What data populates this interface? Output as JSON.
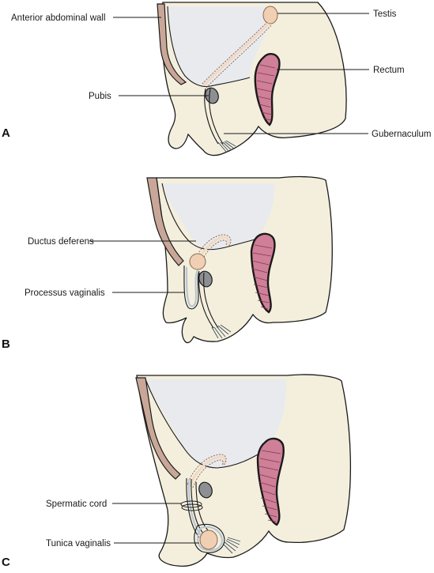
{
  "panels": [
    {
      "letter": "A"
    },
    {
      "letter": "B"
    },
    {
      "letter": "C"
    }
  ],
  "labels": {
    "anterior_abdominal_wall": "Anterior abdominal wall",
    "testis": "Testis",
    "rectum": "Rectum",
    "pubis": "Pubis",
    "gubernaculum": "Gubernaculum",
    "ductus_deferens": "Ductus deferens",
    "processus_vaginalis": "Processus vaginalis",
    "spermatic_cord": "Spermatic cord",
    "tunica_vaginalis": "Tunica vaginalis"
  },
  "colors": {
    "body_tissue": "#f4efdd",
    "peritoneal_cavity": "#e9eaee",
    "abdominal_wall": "#c9a798",
    "rectum": "#cf7f98",
    "pubis": "#8d8f92",
    "testis": "#f1cfb2",
    "gubernaculum": "#9fb3c6"
  }
}
